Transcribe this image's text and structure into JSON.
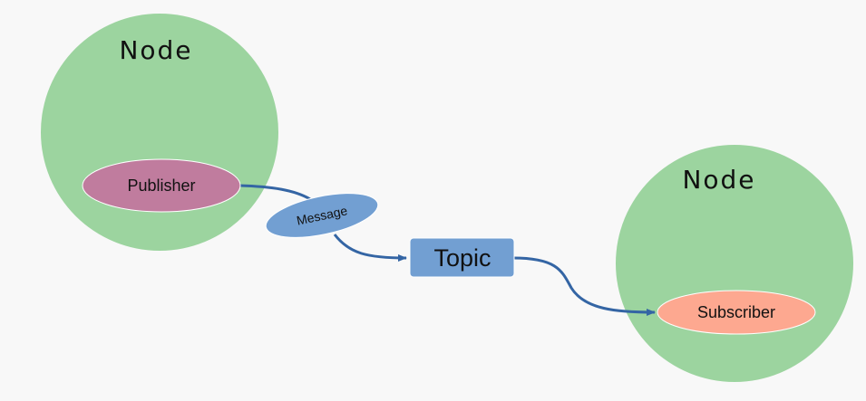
{
  "nodes": [
    {
      "title": "Node",
      "endpoint": "Publisher"
    },
    {
      "title": "Node",
      "endpoint": "Subscriber"
    }
  ],
  "message": "Message",
  "topic": "Topic",
  "colors": {
    "node_fill": "#9cd49f",
    "publisher_fill": "#c07c9e",
    "subscriber_fill": "#fda890",
    "message_fill": "#729fd2",
    "topic_fill": "#729fd2",
    "arrow": "#3465a4",
    "background": "#f8f8f8"
  }
}
